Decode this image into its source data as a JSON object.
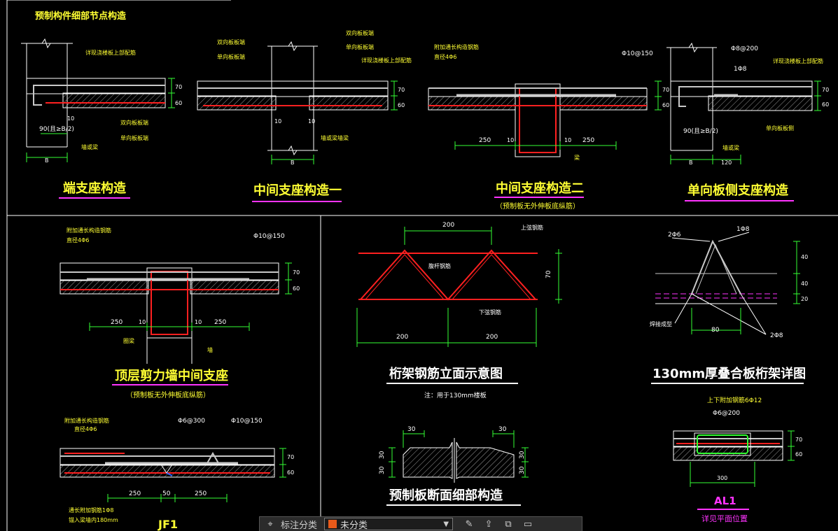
{
  "sheet": {
    "title_fragment": "预制构件细部节点构造",
    "details": {
      "end_support": {
        "title": "端支座构造",
        "labels": [
          "详现浇楼板上部配筋",
          "双向板板端",
          "单向板板端",
          "90(且≥B/2)",
          "10",
          "B",
          "墙或梁",
          "60",
          "70"
        ]
      },
      "mid_support_1": {
        "title": "中间支座构造一",
        "labels": [
          "双向板板端",
          "单向板板端",
          "双向板板端",
          "单向板板端",
          "详现浇楼板上部配筋",
          "墙或梁墙梁",
          "B",
          "10",
          "10",
          "60",
          "70"
        ]
      },
      "mid_support_2": {
        "title": "中间支座构造二",
        "subtitle": "（预制板无外伸板底纵筋）",
        "labels": [
          "附加通长构造钢筋",
          "直径4Φ6",
          "Φ10@150",
          "250",
          "10",
          "10",
          "250",
          "梁",
          "60",
          "70"
        ]
      },
      "side_support": {
        "title": "单向板侧支座构造",
        "labels": [
          "Φ8@200",
          "1Φ8",
          "详现浇楼板上部配筋",
          "单向板板侧",
          "90(且≥B/2)",
          "B",
          "120",
          "墙或梁",
          "60",
          "70"
        ]
      },
      "top_shear_wall": {
        "title": "顶层剪力墙中间支座",
        "subtitle": "（预制板无外伸板底纵筋）",
        "labels": [
          "附加通长构造钢筋",
          "直径4Φ6",
          "Φ10@150",
          "250",
          "10",
          "10",
          "250",
          "圈梁",
          "墙",
          "60",
          "70"
        ]
      },
      "truss_elevation": {
        "title": "桁架钢筋立面示意图",
        "note": "注：用于130mm楼板",
        "labels": [
          "200",
          "上弦钢筋",
          "腹杆钢筋",
          "下弦钢筋",
          "70",
          "200",
          "200"
        ]
      },
      "truss_detail": {
        "title": "130mm厚叠合板桁架详图",
        "labels": [
          "2Φ6",
          "1Φ8",
          "焊接成型",
          "80",
          "2Φ8",
          "40",
          "40",
          "20"
        ]
      },
      "jf1": {
        "title": "JF1",
        "labels": [
          "附加通长构造钢筋",
          "直径4Φ6",
          "Φ6@300",
          "Φ10@150",
          "250",
          "50",
          "250",
          "通长附加钢筋1Φ8",
          "锚入梁墙内180mm",
          "60",
          "70"
        ]
      },
      "section_detail": {
        "title": "预制板断面细部构造",
        "labels": [
          "30",
          "30",
          "30",
          "30",
          "30",
          "30"
        ]
      },
      "al1": {
        "title": "AL1",
        "subtitle": "详见平面位置",
        "labels": [
          "上下附加钢筋6Φ12",
          "Φ6@200",
          "300",
          "60",
          "70"
        ]
      }
    }
  },
  "toolbar": {
    "label": "标注分类",
    "selected": "未分类",
    "accent": "#e85a1a"
  },
  "colors": {
    "line": "#ffffff",
    "rebar": "#ff2020",
    "dim": "#33ff33",
    "text": "#ffff33",
    "underline": "#ff33ff",
    "hatch": "#bbbbbb",
    "gray": "#c8c8c8",
    "cyan": "#33ffff"
  }
}
